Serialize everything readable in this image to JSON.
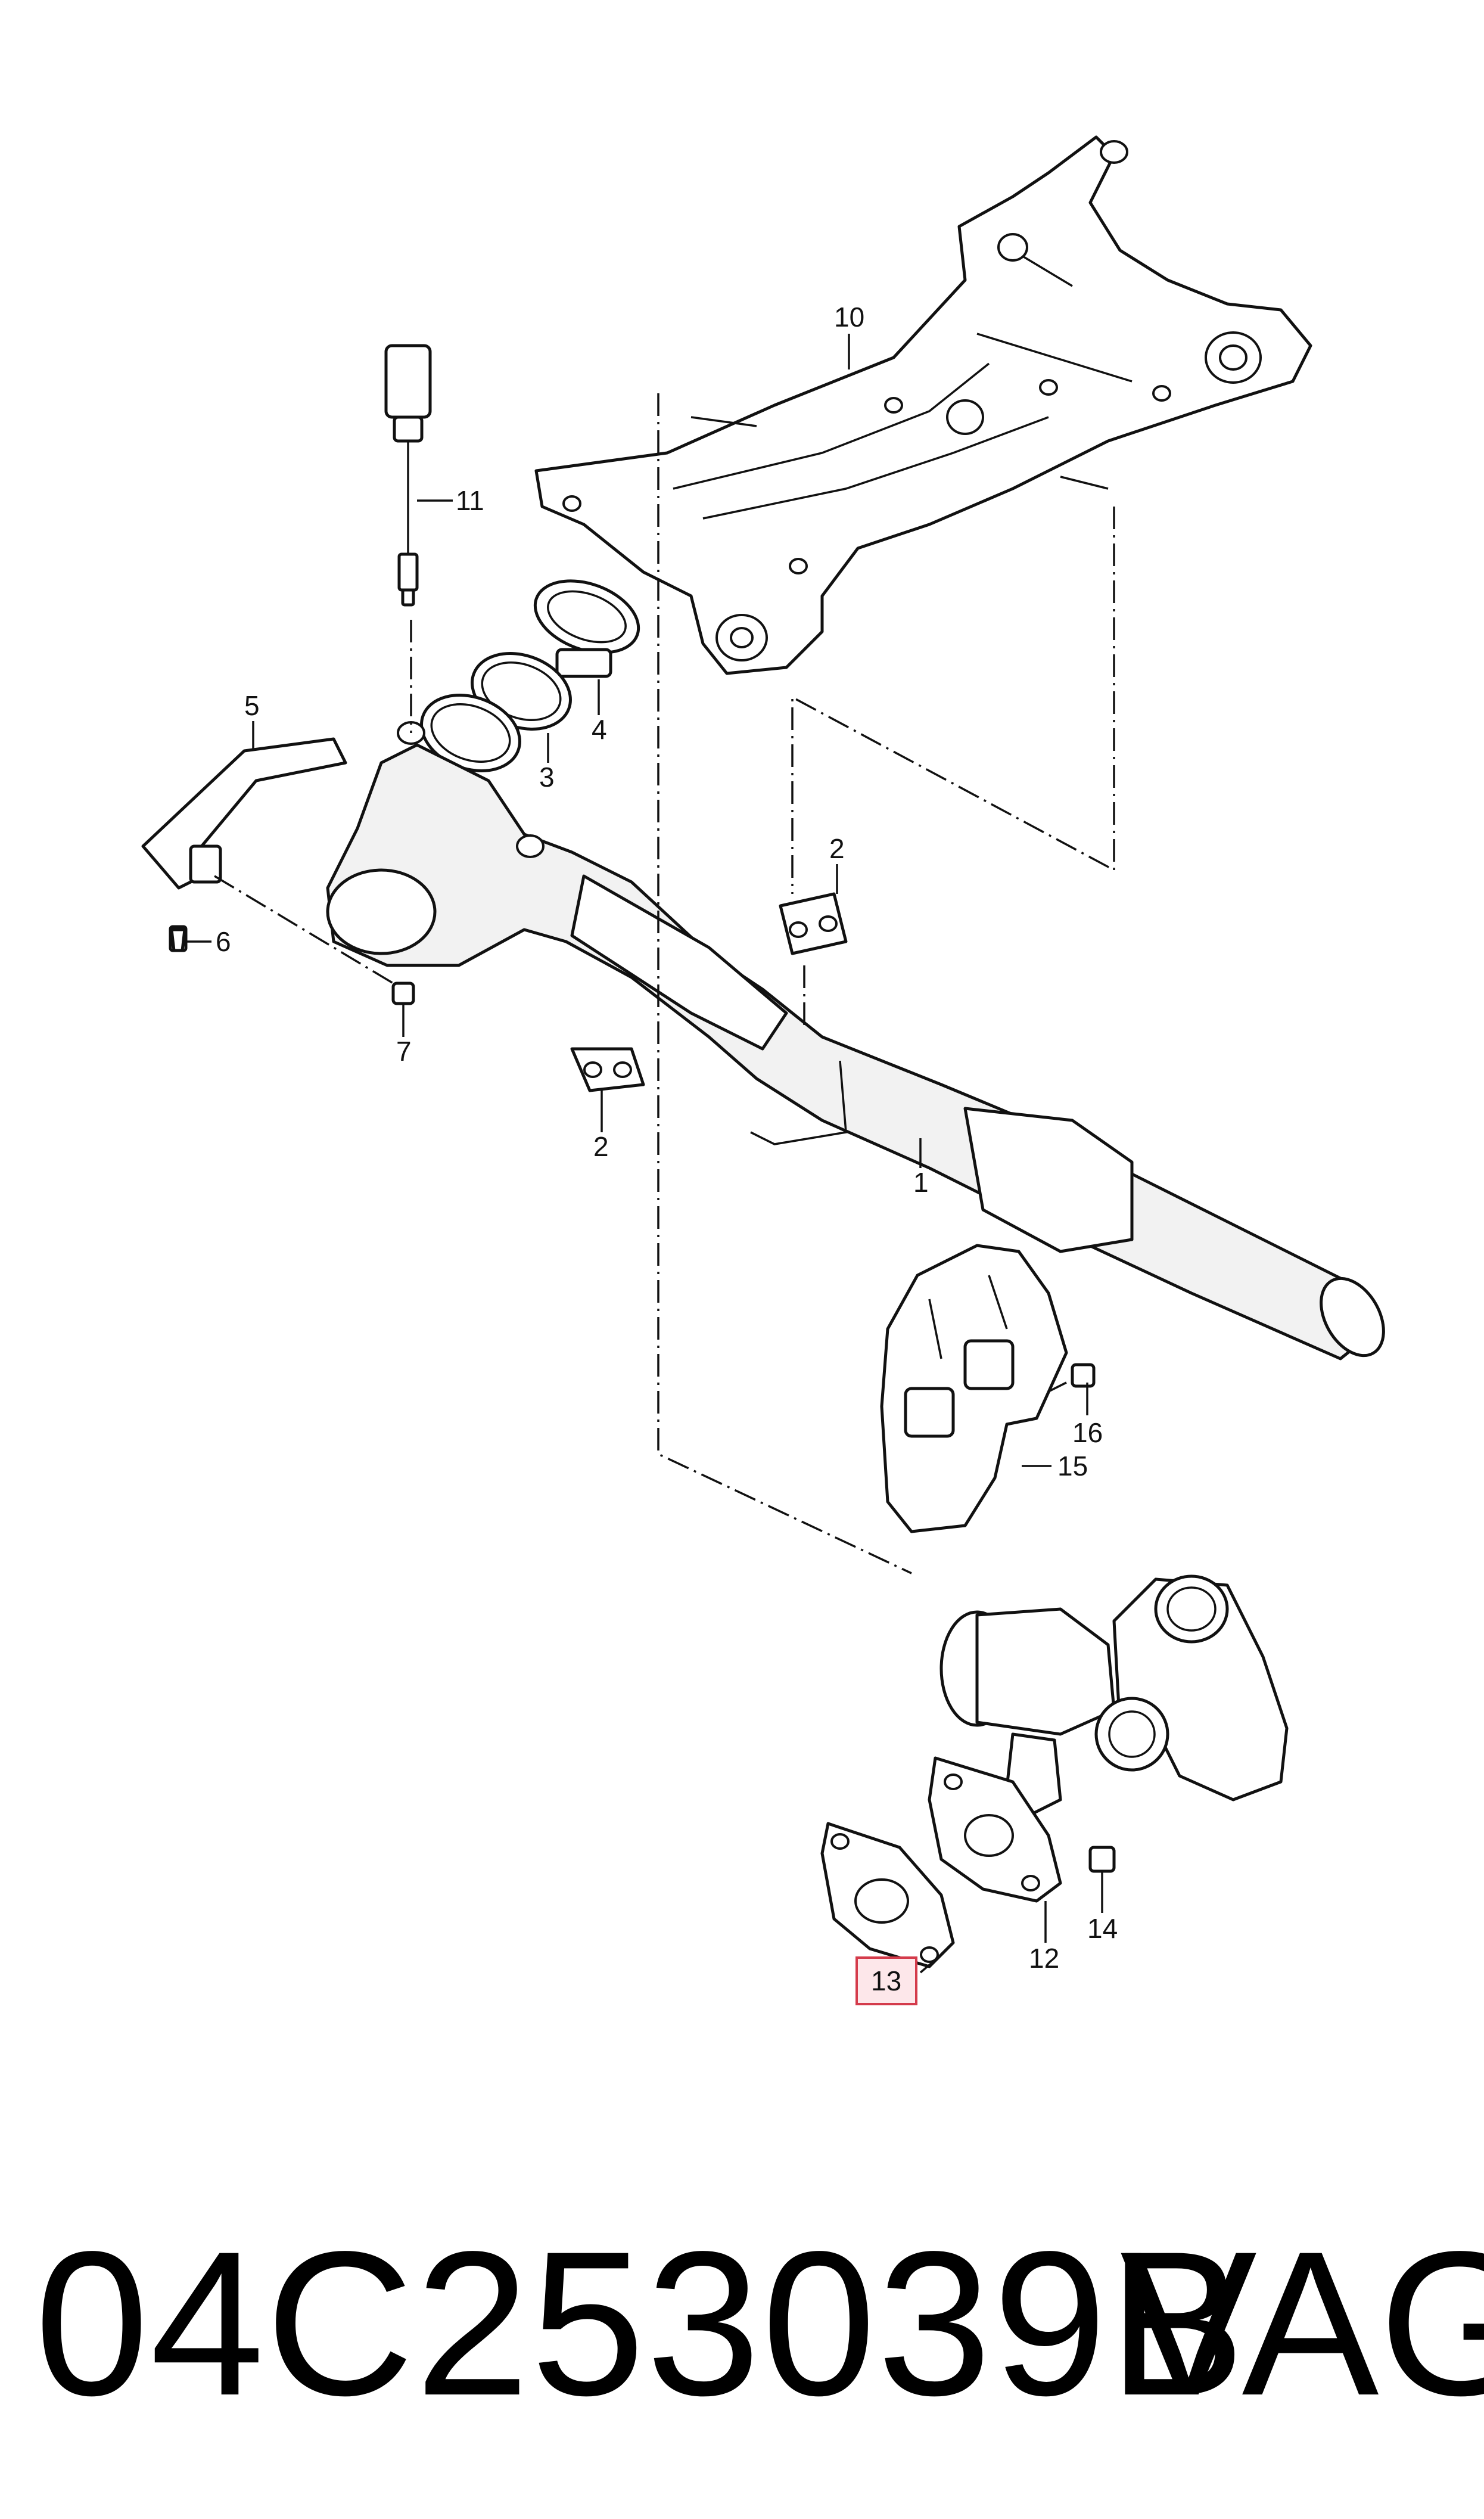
{
  "callouts": {
    "c1": "1",
    "c2a": "2",
    "c2b": "2",
    "c3": "3",
    "c4": "4",
    "c5": "5",
    "c6": "6",
    "c7": "7",
    "c10": "10",
    "c11": "11",
    "c12": "12",
    "c13": "13",
    "c14": "14",
    "c15": "15",
    "c16": "16"
  },
  "highlight": {
    "part_number": "13",
    "color": "#d43b4b"
  },
  "footer": {
    "part_number": "04C253039B",
    "brand": "VAG"
  }
}
